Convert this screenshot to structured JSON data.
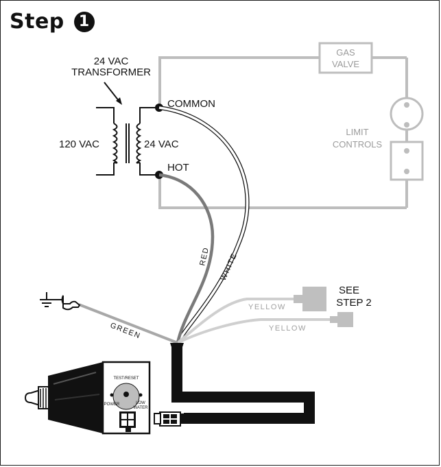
{
  "step": {
    "word": "Step",
    "number": "1"
  },
  "transformer": {
    "label_line1": "24 VAC",
    "label_line2": "TRANSFORMER",
    "primary": "120 VAC",
    "secondary": "24 VAC"
  },
  "terminals": {
    "common": "COMMON",
    "hot": "HOT"
  },
  "circuit": {
    "gas_valve_line1": "GAS",
    "gas_valve_line2": "VALVE",
    "limit_line1": "LIMIT",
    "limit_line2": "CONTROLS"
  },
  "wires": {
    "red": "RED",
    "white": "WHITE",
    "green": "GREEN",
    "yellow_1": "YELLOW",
    "yellow_2": "YELLOW"
  },
  "see_step": {
    "line1": "SEE",
    "line2": "STEP 2"
  },
  "device": {
    "test_reset": "TEST/RESET",
    "power": "POWER",
    "low_water_line1": "LOW",
    "low_water_line2": "WATER"
  },
  "colors": {
    "circuit_gray": "#bdbdbd",
    "red_wire": "#7a7a7a",
    "green_wire": "#a8a8a8",
    "yellow_wire": "#cfcfcf",
    "cable": "#111111"
  }
}
